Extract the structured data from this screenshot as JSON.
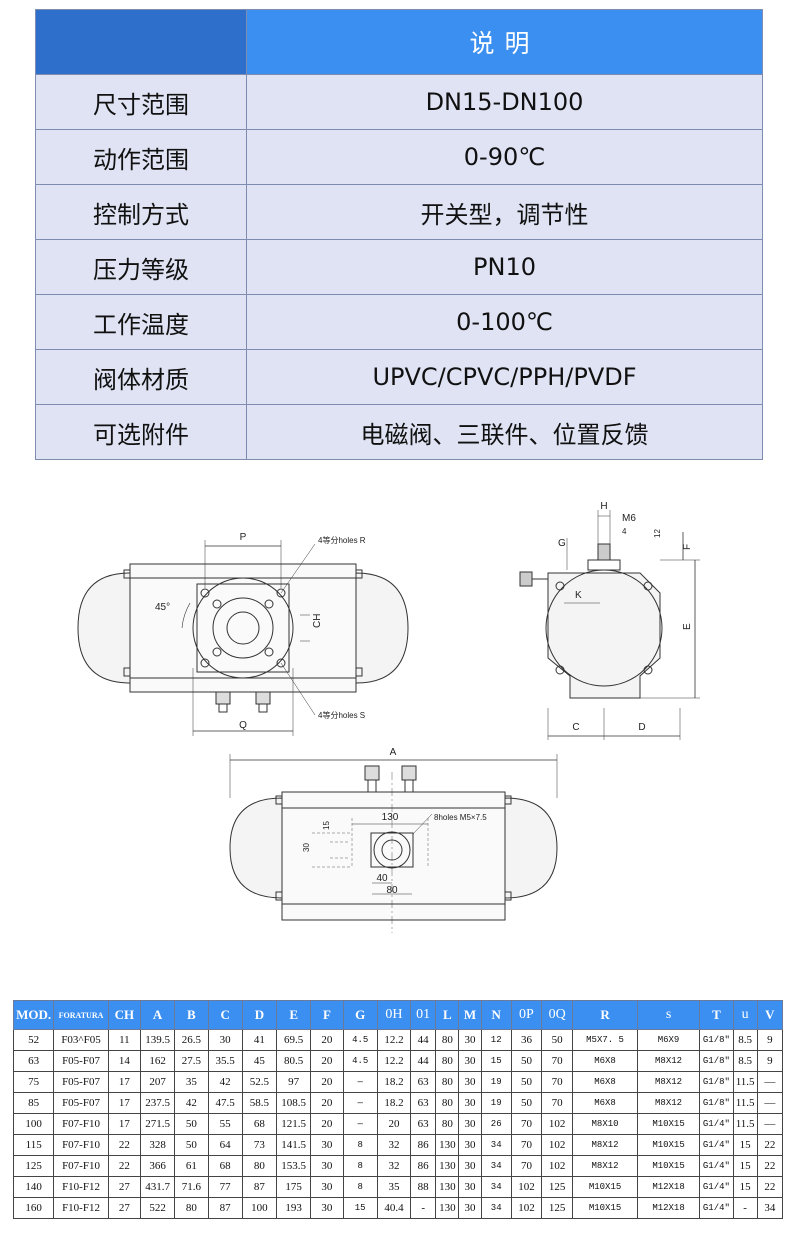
{
  "spec_table": {
    "header": "说明",
    "rows": [
      {
        "label": "尺寸范围",
        "value": "DN15-DN100"
      },
      {
        "label": "动作范围",
        "value": "0-90℃"
      },
      {
        "label": "控制方式",
        "value": "开关型，调节性"
      },
      {
        "label": "压力等级",
        "value": "PN10"
      },
      {
        "label": "工作温度",
        "value": "0-100℃"
      },
      {
        "label": "阀体材质",
        "value": "UPVC/CPVC/PPH/PVDF"
      },
      {
        "label": "可选附件",
        "value": "电磁阀、三联件、位置反馈"
      }
    ]
  },
  "drawing_labels": {
    "p": "P",
    "q": "Q",
    "ch": "CH",
    "angle": "45°",
    "holes_r": "4等分holes R",
    "holes_s": "4等分holes S",
    "h": "H",
    "m6": "M6",
    "four": "4",
    "twelve": "12",
    "g": "G",
    "f": "F",
    "e": "E",
    "k": "K",
    "c": "C",
    "d": "D",
    "a": "A",
    "d130": "130",
    "holes_m5": "8holes M5×7.5",
    "d15": "15",
    "d30": "30",
    "d40": "40",
    "d80": "80"
  },
  "model_table": {
    "headers": [
      "MOD.",
      "FORATURA",
      "CH",
      "A",
      "B",
      "C",
      "D",
      "E",
      "F",
      "G",
      "0H",
      "01",
      "L",
      "M",
      "N",
      "0P",
      "0Q",
      "R",
      "s",
      "T",
      "u",
      "V"
    ],
    "rows": [
      [
        "52",
        "F03^F05",
        "11",
        "139.5",
        "26.5",
        "30",
        "41",
        "69.5",
        "20",
        "4.5",
        "12.2",
        "44",
        "80",
        "30",
        "12",
        "36",
        "50",
        "M5X7. 5",
        "M6X9",
        "G1/8″",
        "8.5",
        "9"
      ],
      [
        "63",
        "F05-F07",
        "14",
        "162",
        "27.5",
        "35.5",
        "45",
        "80.5",
        "20",
        "4.5",
        "12.2",
        "44",
        "80",
        "30",
        "15",
        "50",
        "70",
        "M6X8",
        "M8X12",
        "G1/8″",
        "8.5",
        "9"
      ],
      [
        "75",
        "F05-F07",
        "17",
        "207",
        "35",
        "42",
        "52.5",
        "97",
        "20",
        "—",
        "18.2",
        "63",
        "80",
        "30",
        "19",
        "50",
        "70",
        "M6X8",
        "M8X12",
        "G1/8″",
        "11.5",
        "—"
      ],
      [
        "85",
        "F05-F07",
        "17",
        "237.5",
        "42",
        "47.5",
        "58.5",
        "108.5",
        "20",
        "—",
        "18.2",
        "63",
        "80",
        "30",
        "19",
        "50",
        "70",
        "M6X8",
        "M8X12",
        "G1/8″",
        "11.5",
        "—"
      ],
      [
        "100",
        "F07-F10",
        "17",
        "271.5",
        "50",
        "55",
        "68",
        "121.5",
        "20",
        "—",
        "20",
        "63",
        "80",
        "30",
        "26",
        "70",
        "102",
        "M8X10",
        "M10X15",
        "G1/4″",
        "11.5",
        "—"
      ],
      [
        "115",
        "F07-F10",
        "22",
        "328",
        "50",
        "64",
        "73",
        "141.5",
        "30",
        "8",
        "32",
        "86",
        "130",
        "30",
        "34",
        "70",
        "102",
        "M8X12",
        "M10X15",
        "G1/4″",
        "15",
        "22"
      ],
      [
        "125",
        "F07-F10",
        "22",
        "366",
        "61",
        "68",
        "80",
        "153.5",
        "30",
        "8",
        "32",
        "86",
        "130",
        "30",
        "34",
        "70",
        "102",
        "M8X12",
        "M10X15",
        "G1/4″",
        "15",
        "22"
      ],
      [
        "140",
        "F10-F12",
        "27",
        "431.7",
        "71.6",
        "77",
        "87",
        "175",
        "30",
        "8",
        "35",
        "88",
        "130",
        "30",
        "34",
        "102",
        "125",
        "M10X15",
        "M12X18",
        "G1/4″",
        "15",
        "22"
      ],
      [
        "160",
        "F10-F12",
        "27",
        "522",
        "80",
        "87",
        "100",
        "193",
        "30",
        "15",
        "40.4",
        "-",
        "130",
        "30",
        "34",
        "102",
        "125",
        "M10X15",
        "M12X18",
        "G1/4″",
        "-",
        "34"
      ]
    ]
  }
}
